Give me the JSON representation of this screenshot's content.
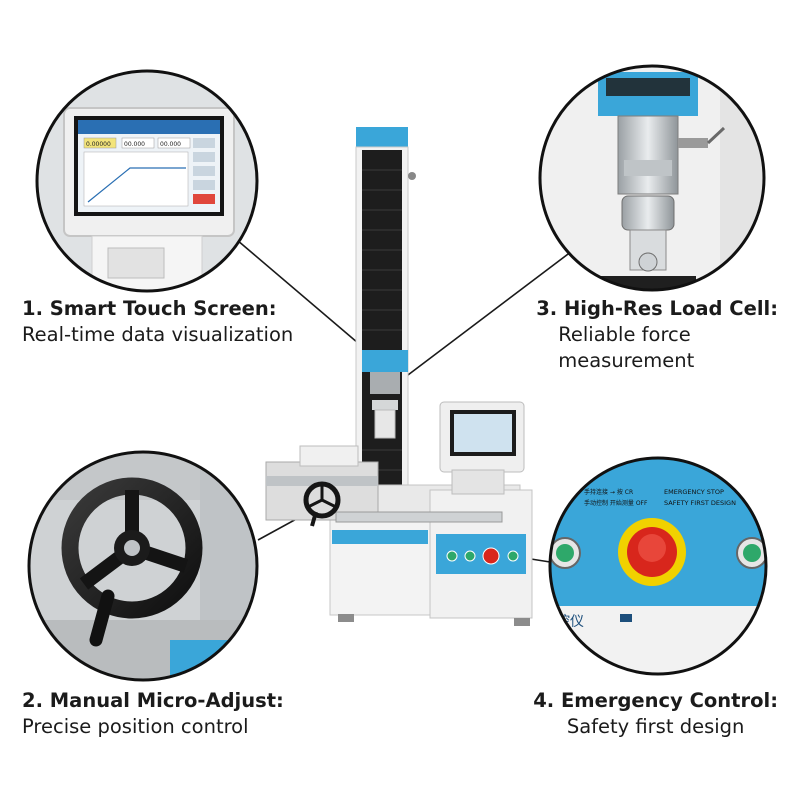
{
  "callouts": {
    "touch_screen": {
      "title": "1. Smart Touch Screen:",
      "subtitle": "Real-time data visualization"
    },
    "manual_adjust": {
      "title": "2. Manual Micro-Adjust:",
      "subtitle": "Precise position control"
    },
    "load_cell": {
      "title": "3. High-Res Load Cell:",
      "subtitle": "Reliable force measurement"
    },
    "emergency": {
      "title": "4. Emergency Control:",
      "subtitle": "Safety first design"
    }
  },
  "screen_readouts": [
    "0.00000",
    "00.000",
    "00.000"
  ],
  "panel_labels": {
    "left_text_1": "手持连接 → 按 CR",
    "left_text_2": "手动控制 开始测量 OFF",
    "right_text_1": "EMERGENCY STOP",
    "right_text_2": "SAFETY FIRST DESIGN",
    "brand_fragment": "控仪"
  },
  "colors": {
    "machine_blue": "#3aa6d9",
    "machine_white": "#eeeeee",
    "column_black": "#1d1d1d",
    "stop_red": "#d8261c",
    "button_green": "#2ea86a"
  }
}
